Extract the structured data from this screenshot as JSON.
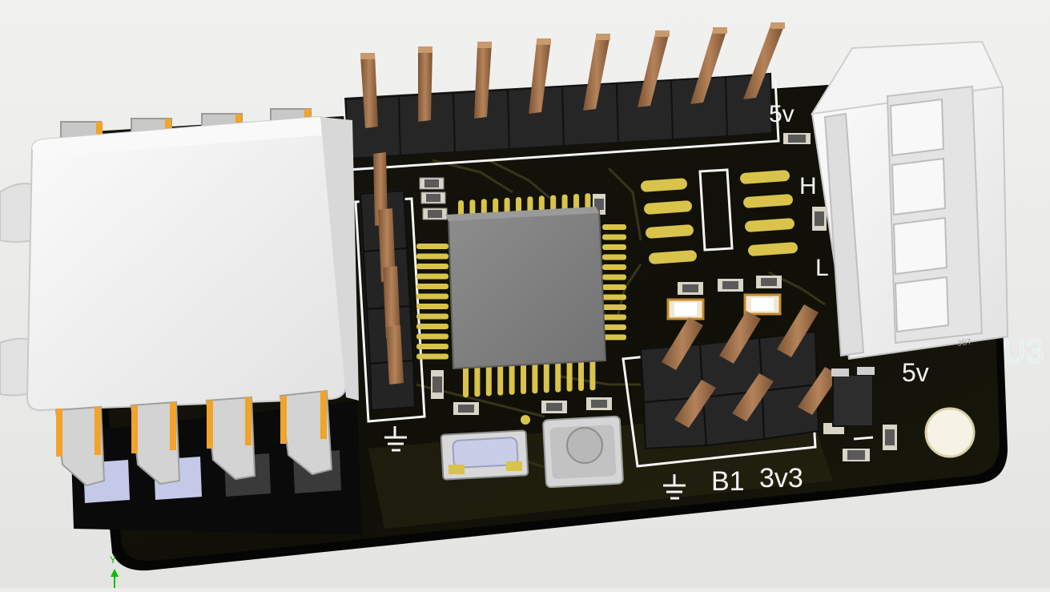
{
  "viewport": {
    "background": "#ececea",
    "board_color": "#0c0c0a",
    "copper_color": "#d9c34a",
    "silk_color": "#f4f4f4",
    "header_pin_color": "#9a6b45"
  },
  "silkscreen": {
    "label_5v_top": "5v",
    "label_h": "H",
    "label_l": "L",
    "label_5v_bottom": "5v",
    "label_b1": "B1",
    "label_3v3": "3v3",
    "ref_u3": "U3",
    "jst_text": "JST"
  },
  "axis_indicator": {
    "y_label": "Y",
    "color": "#00c000"
  },
  "icons": {
    "ground_left": "ground-symbol-icon",
    "ground_bottom": "ground-symbol-icon"
  }
}
